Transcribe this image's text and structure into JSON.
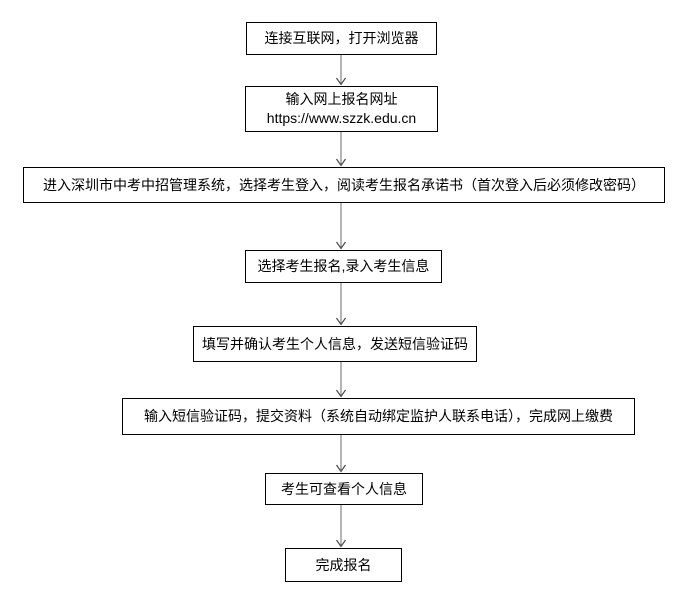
{
  "flowchart": {
    "steps": [
      {
        "id": "connect-internet",
        "label": "连接互联网，打开浏览器"
      },
      {
        "id": "enter-url",
        "label": "输入网上报名网址",
        "sublabel": "https://www.szzk.edu.cn"
      },
      {
        "id": "login-system",
        "label": "进入深圳市中考中招管理系统，选择考生登入，阅读考生报名承诺书（首次登入后必须修改密码）"
      },
      {
        "id": "select-register",
        "label": "选择考生报名,录入考生信息"
      },
      {
        "id": "fill-confirm-info",
        "label": "填写并确认考生个人信息，发送短信验证码"
      },
      {
        "id": "submit-pay",
        "label": "输入短信验证码，提交资料（系统自动绑定监护人联系电话），完成网上缴费"
      },
      {
        "id": "view-info",
        "label": "考生可查看个人信息"
      },
      {
        "id": "finish",
        "label": "完成报名"
      }
    ]
  },
  "colors": {
    "background": "#ffffff",
    "box_border": "#000000",
    "text": "#000000",
    "connector": "#6b6b6b",
    "arrowhead": "#4a4a4a"
  }
}
